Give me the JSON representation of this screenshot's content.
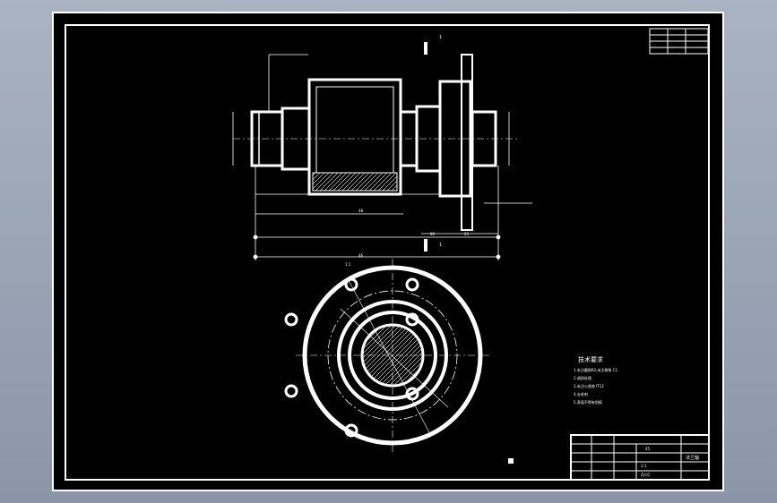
{
  "sheet": {
    "section_marks": {
      "label": "1"
    },
    "dims": {
      "d1": "48",
      "d2": "1:1",
      "d3": "46",
      "d4": "80",
      "d5": "25"
    }
  },
  "tech_requirements": {
    "title": "技术要求",
    "items": [
      "1.未注圆角R2,未注倒角 C1",
      "2.调质处理",
      "3.未注公差按 IT12",
      "4.去毛刺",
      "5.表面不得有划痕"
    ]
  },
  "title_block": {
    "part_name": "法兰轴",
    "material": "45",
    "scale": "1:1",
    "drawing_no": "ZJ-01"
  }
}
